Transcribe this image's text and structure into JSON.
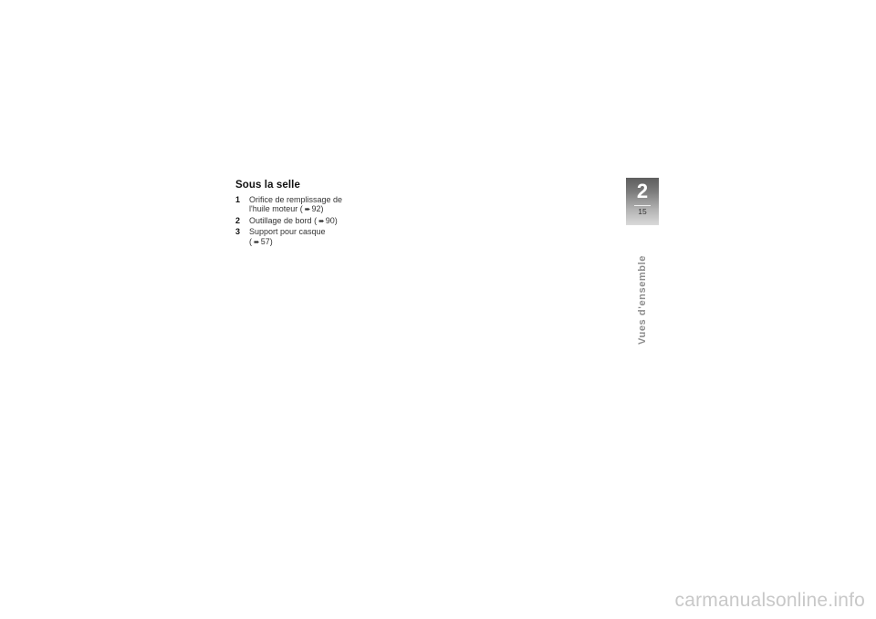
{
  "section": {
    "title": "Sous la selle",
    "items": [
      {
        "num": "1",
        "lines": [
          "Orifice de remplissage de",
          "l'huile moteur"
        ],
        "ref": "92)"
      },
      {
        "num": "2",
        "lines": [
          "Outillage de bord"
        ],
        "ref": "90)"
      },
      {
        "num": "3",
        "lines": [
          "Support pour casque",
          ""
        ],
        "ref": "57)"
      }
    ],
    "ref_open": "(",
    "arrow_icon": "➨"
  },
  "chapter": {
    "number": "2",
    "page": "15",
    "side_title": "Vues d'ensemble"
  },
  "watermark": "carmanualsonline.info"
}
